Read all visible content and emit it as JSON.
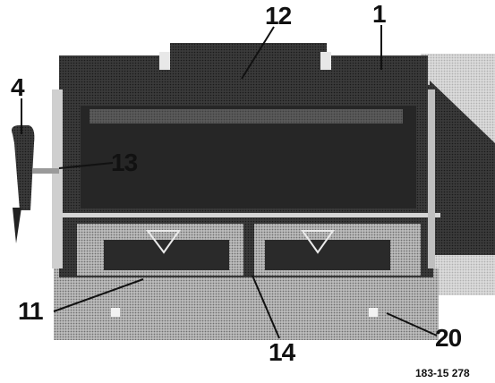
{
  "labels": {
    "l1": "1",
    "l4": "4",
    "l11": "11",
    "l12": "12",
    "l13": "13",
    "l14": "14",
    "l20": "20"
  },
  "figure_id": "183-15 278"
}
